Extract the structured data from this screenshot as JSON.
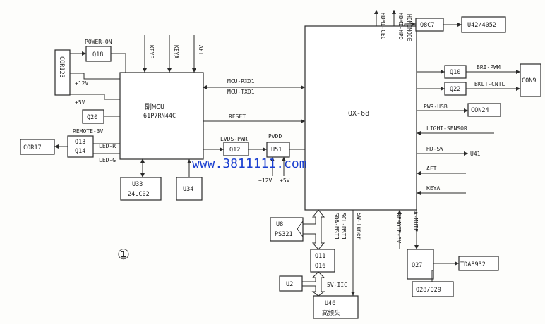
{
  "watermark": "www.3811111.com",
  "figure_marker": "①",
  "blocks": {
    "main_mcu": [
      "副MCU",
      "61P7RN44C"
    ],
    "main_soc": "QX-68",
    "cor123": "COR123",
    "q18": "Q18",
    "q20": "Q20",
    "q13_q14": [
      "Q13",
      "Q14"
    ],
    "cor17": "COR17",
    "u33": [
      "U33",
      "24LC02"
    ],
    "u34": "U34",
    "q12": "Q12",
    "u51": "U51",
    "q8c7": "Q8C7",
    "u42": "U42/4052",
    "q10": "Q10",
    "q22": "Q22",
    "con9": "CON9",
    "con24": "CON24",
    "u8": [
      "U8",
      "PS321"
    ],
    "q11_q16": [
      "Q11",
      "Q16"
    ],
    "u2": "U2",
    "u46": [
      "U46",
      "高频头"
    ],
    "q27": "Q27",
    "tda": "TDA8932",
    "q28": "Q28/Q29"
  },
  "signals": {
    "power_on": "POWER-ON",
    "keyb": "KEYB",
    "keya_top": "KEYA",
    "aft_top": "AFT",
    "v12": "+12V",
    "v5": "+5V",
    "remote3v": "REMOTE-3V",
    "led_r": "LED-R",
    "led_g": "LED-G",
    "mcu_rxd": "MCU-RXD1",
    "mcu_txd": "MCU-TXD1",
    "reset": "RESET",
    "lvds_pwr": "LVDS-PWR",
    "pvdd": "PVDD",
    "pv12": "+12V",
    "pv5": "+5V",
    "hdmi_cec": "HDMI-CEC",
    "hdmi_hpd": "HDMI-HPD",
    "hdmi_mode": "HDMIMODE",
    "bri_pwm": "BRI-PWM",
    "bklt_cntl": "BKLT-CNTL",
    "pwr_usb": "PWR-USB",
    "light_sensor": "LIGHT-SENSOR",
    "hd_sw": "HD-SW",
    "u41": "U41",
    "aft_right": "AFT",
    "keya_right": "KEYA",
    "sda": "SDA-MST1",
    "scl": "SCL-MST1",
    "sw_tuner": "SW-Tuner",
    "remote5v": "REMOTE-5V",
    "amute": "A-MUTE",
    "iic": "5V-IIC"
  }
}
